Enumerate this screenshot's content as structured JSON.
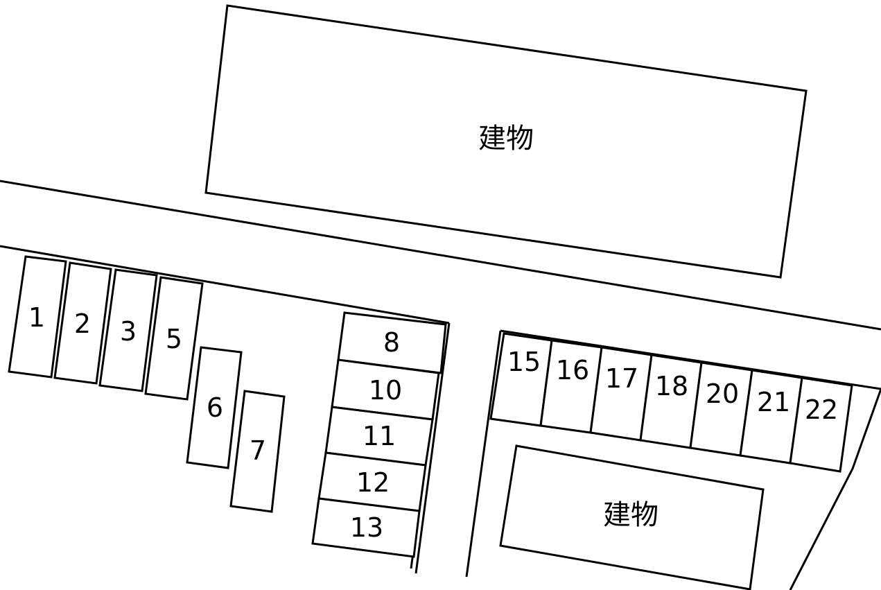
{
  "buildings": [
    {
      "id": "north",
      "label": "建物"
    },
    {
      "id": "south",
      "label": "建物"
    }
  ],
  "lots": [
    {
      "id": "1",
      "label": "1"
    },
    {
      "id": "2",
      "label": "2"
    },
    {
      "id": "3",
      "label": "3"
    },
    {
      "id": "5",
      "label": "5"
    },
    {
      "id": "6",
      "label": "6"
    },
    {
      "id": "7",
      "label": "7"
    },
    {
      "id": "8",
      "label": "8"
    },
    {
      "id": "10",
      "label": "10"
    },
    {
      "id": "11",
      "label": "11"
    },
    {
      "id": "12",
      "label": "12"
    },
    {
      "id": "13",
      "label": "13"
    },
    {
      "id": "15",
      "label": "15"
    },
    {
      "id": "16",
      "label": "16"
    },
    {
      "id": "17",
      "label": "17"
    },
    {
      "id": "18",
      "label": "18"
    },
    {
      "id": "20",
      "label": "20"
    },
    {
      "id": "21",
      "label": "21"
    },
    {
      "id": "22",
      "label": "22"
    }
  ]
}
